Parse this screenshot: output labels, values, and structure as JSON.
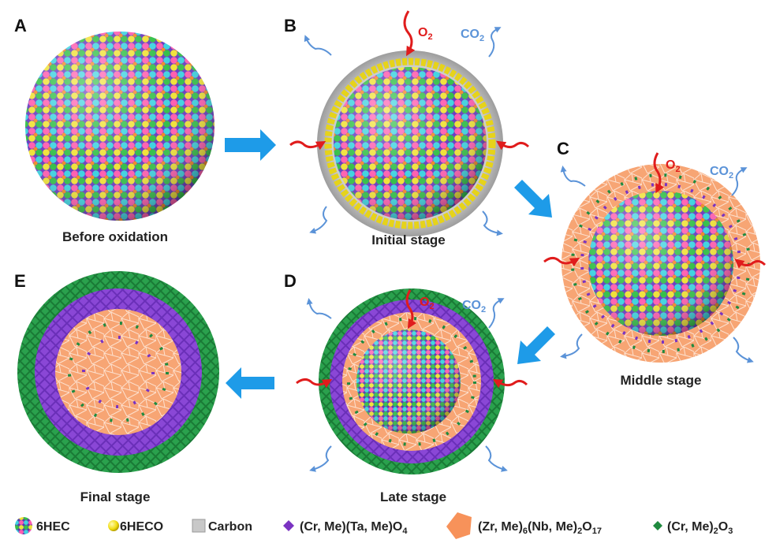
{
  "panels": {
    "A": {
      "letter": "A",
      "caption": "Before oxidation"
    },
    "B": {
      "letter": "B",
      "caption": "Initial stage"
    },
    "C": {
      "letter": "C",
      "caption": "Middle stage"
    },
    "D": {
      "letter": "D",
      "caption": "Late stage"
    },
    "E": {
      "letter": "E",
      "caption": "Final stage"
    }
  },
  "gas": {
    "o2": "O",
    "o2_sub": "2",
    "co2": "CO",
    "co2_sub": "2"
  },
  "legend": {
    "items": [
      {
        "label": "6HEC"
      },
      {
        "label": "6HECO"
      },
      {
        "label": "Carbon"
      },
      {
        "label_main": "(Cr, Me)(Ta, Me)O",
        "label_sub": "4"
      },
      {
        "label_p1": "(Zr, Me)",
        "label_s1": "6",
        "label_p2": "(Nb, Me)",
        "label_s2": "2",
        "label_p3": "O",
        "label_s3": "17"
      },
      {
        "label_p1": "(Cr, Me)",
        "label_s1": "2",
        "label_p2": "O",
        "label_s2": "3"
      }
    ]
  },
  "colors": {
    "arrow_blue": "#1e9be8",
    "o2_red": "#e01c1c",
    "co2_blue": "#5b93d8",
    "orange_oxide": "#f7a06a",
    "purple_oxide": "#7a33c2",
    "green_oxide": "#1f8a3f",
    "yellow_6heco": "#f2e21e",
    "carbon_grey": "#c8c8c8"
  }
}
